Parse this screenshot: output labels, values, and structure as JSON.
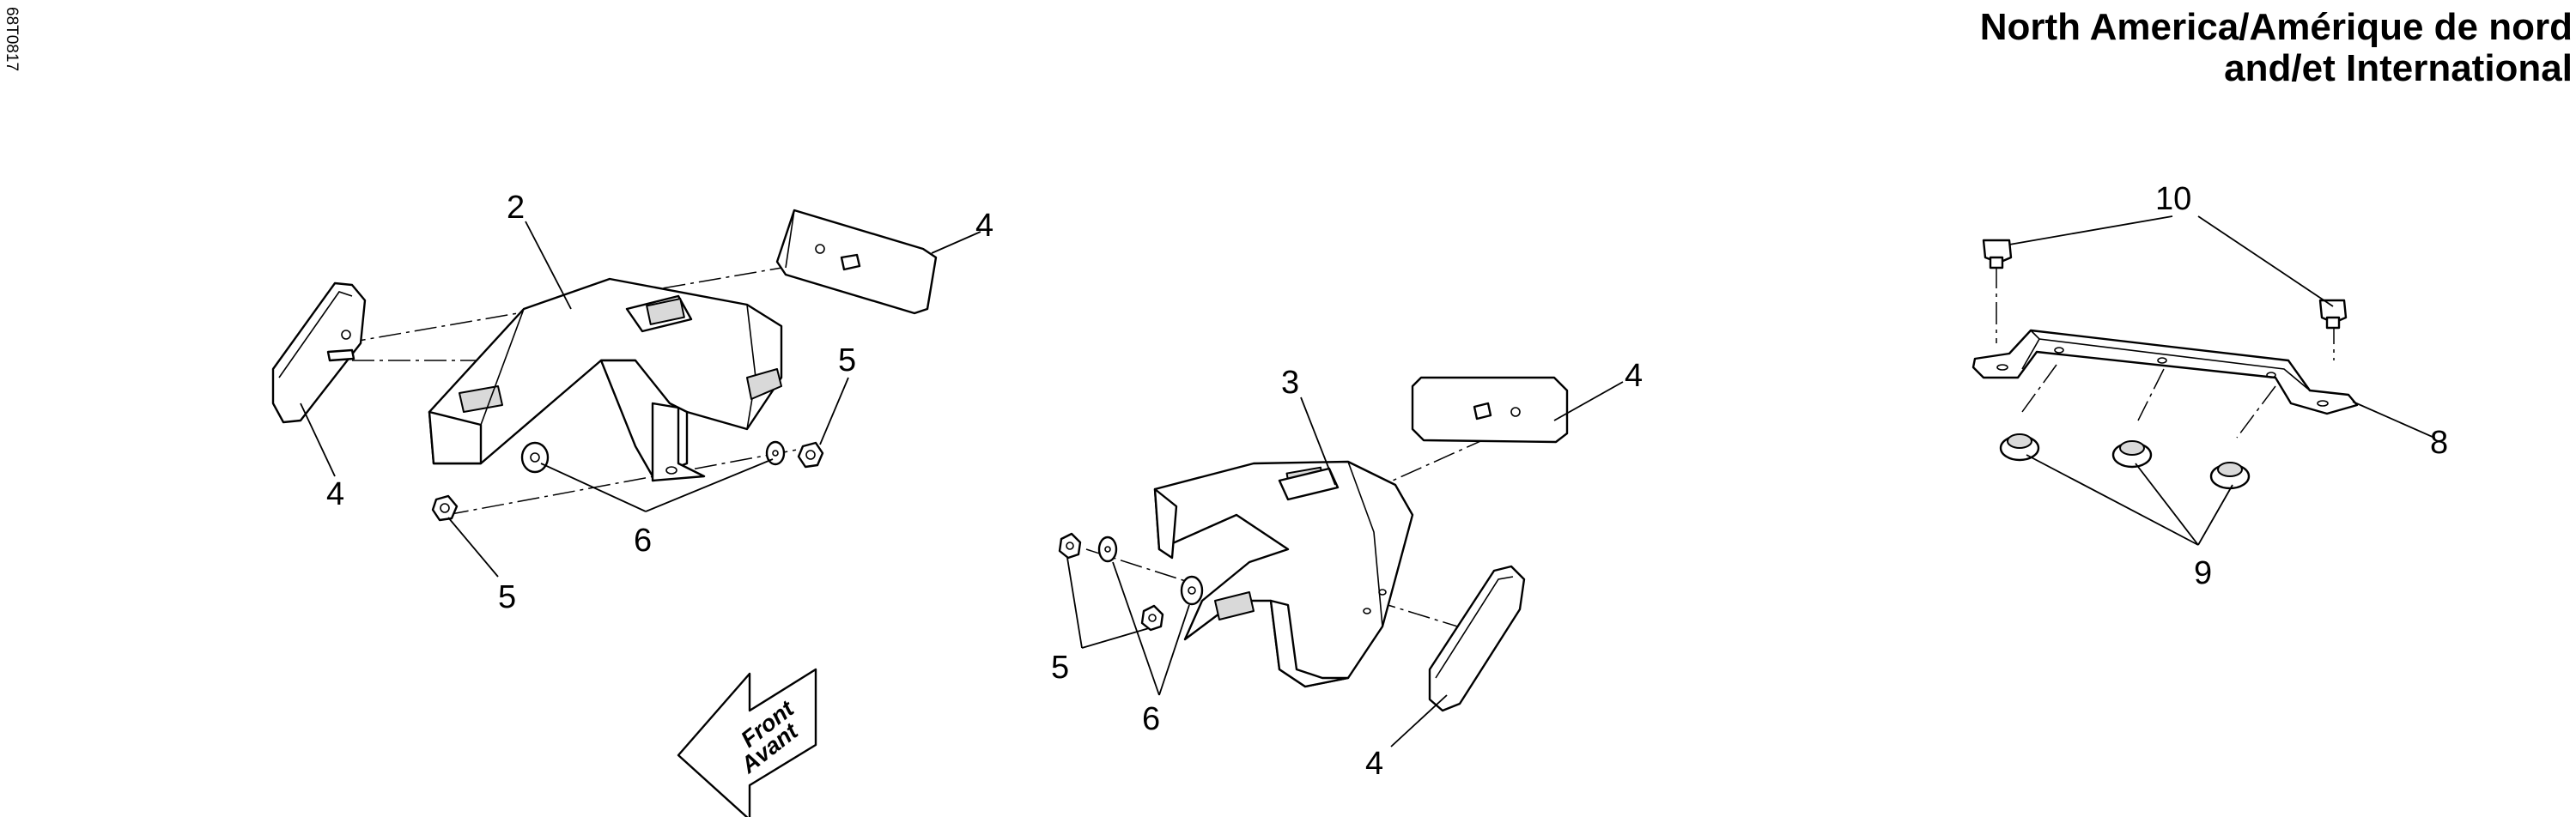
{
  "drawing_code": "68T0817",
  "title": {
    "line1": "North America/Amérique de nord",
    "line2": "and/et International"
  },
  "front_arrow": {
    "line1": "Front",
    "line2": "Avant"
  },
  "callouts": {
    "left_assembly": {
      "part_2": "2",
      "part_4_top": "4",
      "part_4_left": "4",
      "part_5_right": "5",
      "part_5_bottom": "5",
      "part_6": "6"
    },
    "center_assembly": {
      "part_3": "3",
      "part_4_top": "4",
      "part_4_bottom": "4",
      "part_5": "5",
      "part_6": "6"
    },
    "right_assembly": {
      "part_10": "10",
      "part_8": "8",
      "part_9": "9"
    }
  }
}
